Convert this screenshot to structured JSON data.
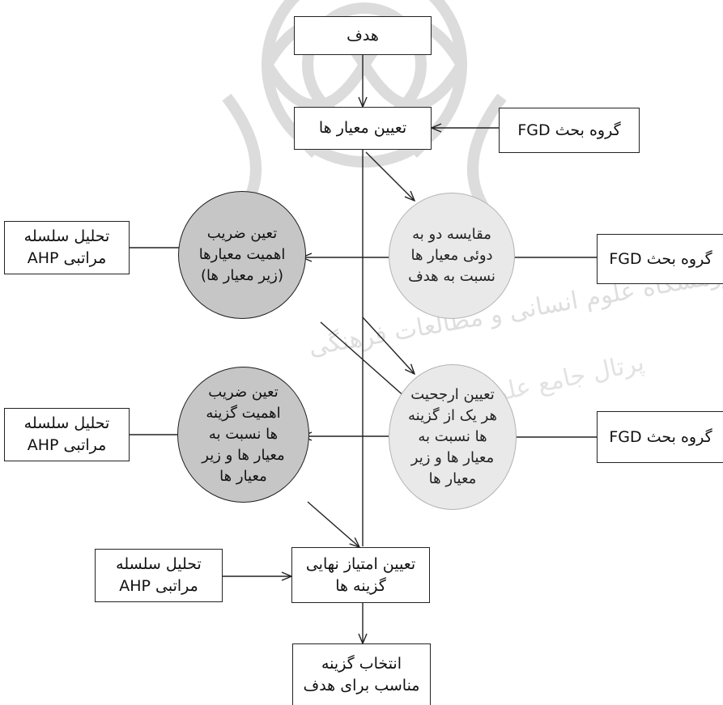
{
  "goal": "هدف",
  "criteria": "تعیین معیار ها",
  "fgd_1": "گروه بحث FGD",
  "fgd_2": "گروه بحث FGD",
  "fgd_3": "گروه بحث FGD",
  "pairwise": [
    "مقایسه دو به",
    "دوئی معیار ها",
    "نسبت به هدف"
  ],
  "criteria_weights": [
    "تعین ضریب",
    "اهمیت معیارها",
    "(زیر معیار ها)"
  ],
  "ahp_1": [
    "تحلیل سلسله",
    "مراتبی AHP"
  ],
  "option_priority": [
    "تعیین ارجحیت",
    "هر یک از گزینه",
    "ها نسبت به",
    "معیار ها و زیر",
    "معیار ها"
  ],
  "option_weights": [
    "تعین ضریب",
    "اهمیت گزینه",
    "ها نسبت به",
    "معیار ها و زیر",
    "معیار ها"
  ],
  "ahp_2": [
    "تحلیل سلسله",
    "مراتبی AHP"
  ],
  "final_score": [
    "تعیین امتیاز نهایی",
    "گزینه ها"
  ],
  "ahp_3": [
    "تحلیل سلسله",
    "مراتبی AHP"
  ],
  "selection": [
    "انتخاب گزینه",
    "مناسب برای هدف"
  ],
  "watermark_text": "پژوهشگاه علوم انسانی و مطالعات فرهنگی",
  "watermark_text_2": "پرتال جامع علوم انسانی"
}
